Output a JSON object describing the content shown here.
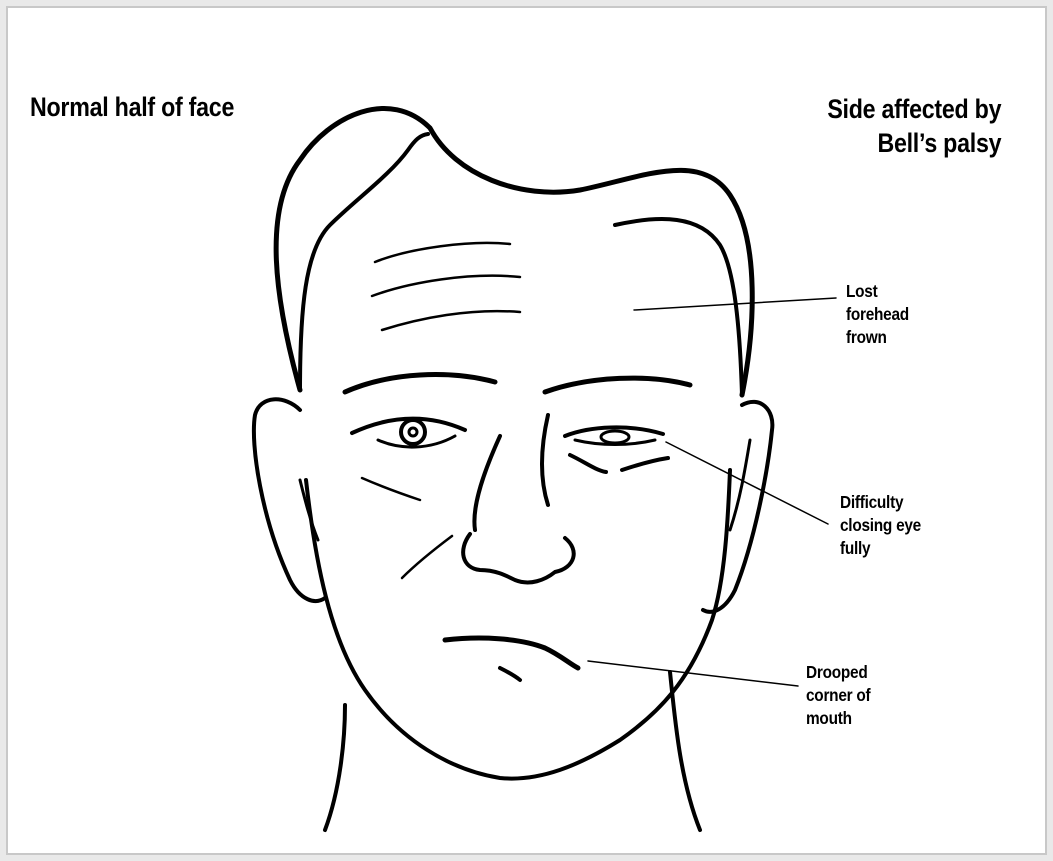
{
  "labels": {
    "left_title": "Normal half of face",
    "right_title_line1": "Side affected by",
    "right_title_line2": "Bell’s palsy"
  },
  "callouts": [
    {
      "lines": [
        "Lost",
        "forehead",
        "frown"
      ]
    },
    {
      "lines": [
        "Difficulty",
        "closing eye",
        "fully"
      ]
    },
    {
      "lines": [
        "Drooped",
        "corner of",
        "mouth"
      ]
    }
  ],
  "colors": {
    "ink": "#000000",
    "frame_border": "#c8c8c8",
    "background": "#ffffff"
  }
}
